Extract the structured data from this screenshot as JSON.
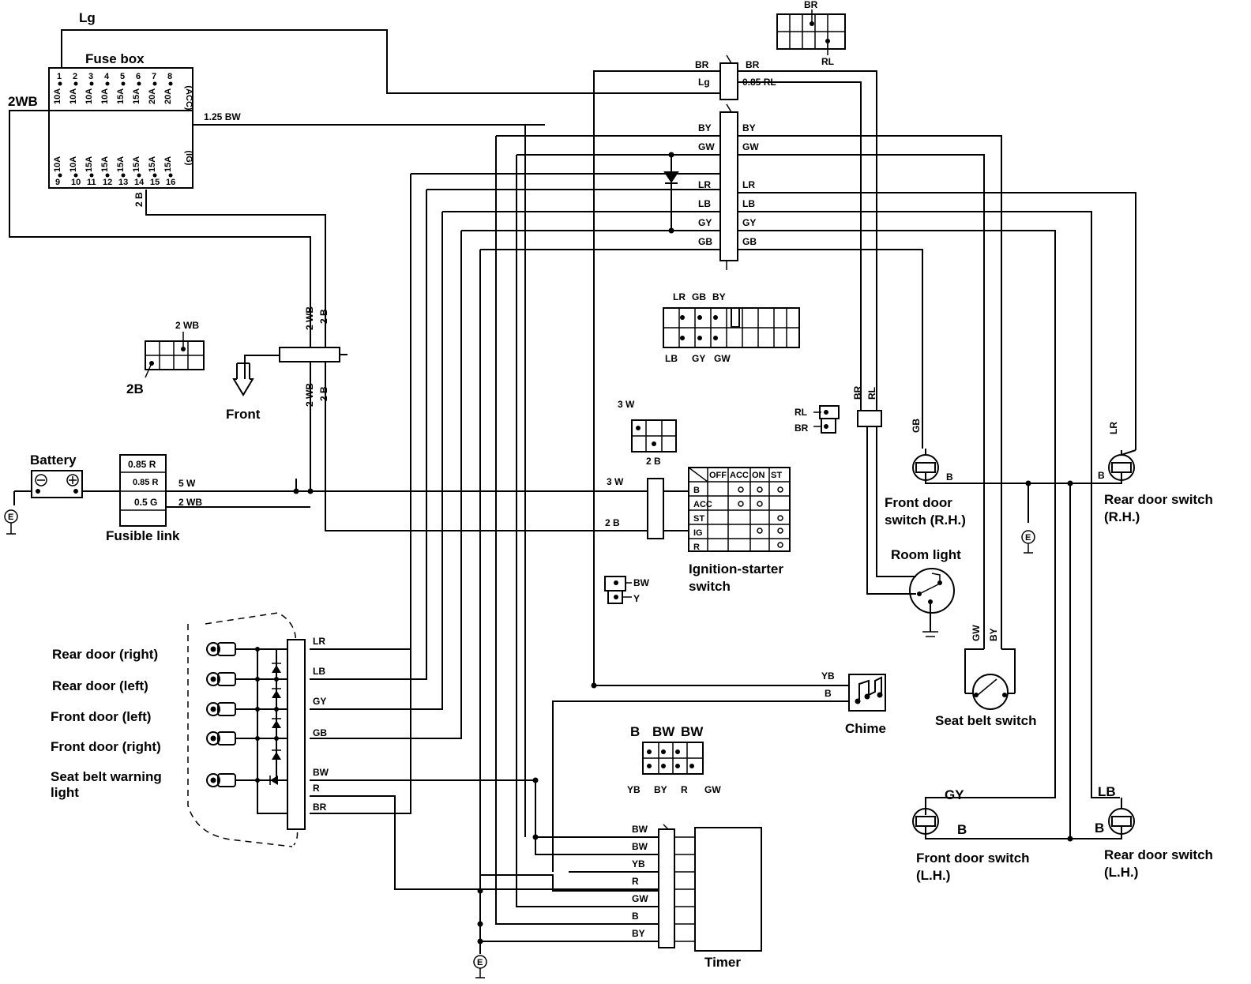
{
  "labels": {
    "fuse_box": "Fuse box",
    "battery": "Battery",
    "fusible_link": "Fusible link",
    "front": "Front",
    "ignition_switch_l1": "Ignition-starter",
    "ignition_switch_l2": "switch",
    "room_light": "Room light",
    "chime": "Chime",
    "timer": "Timer",
    "seat_belt_switch": "Seat belt switch",
    "front_door_rh_l1": "Front door",
    "front_door_rh_l2": "switch (R.H.)",
    "rear_door_rh_l1": "Rear door switch",
    "rear_door_rh_l2": "(R.H.)",
    "front_door_lh_l1": "Front door switch",
    "front_door_lh_l2": "(L.H.)",
    "rear_door_lh_l1": "Rear door switch",
    "rear_door_lh_l2": "(L.H.)",
    "ground": "E"
  },
  "warning_lights": [
    "Rear door (right)",
    "Rear door (left)",
    "Front door (left)",
    "Front door (right)",
    "Seat belt warning",
    "light"
  ],
  "fuse_box": {
    "top_numbers": [
      "1",
      "2",
      "3",
      "4",
      "5",
      "6",
      "7",
      "8"
    ],
    "top_ratings": [
      "10A",
      "10A",
      "10A",
      "10A",
      "15A",
      "15A",
      "20A",
      "20A"
    ],
    "top_tag": "(ACC)",
    "bottom_numbers": [
      "9",
      "10",
      "11",
      "12",
      "13",
      "14",
      "15",
      "16"
    ],
    "bottom_ratings": [
      "10A",
      "10A",
      "15A",
      "15A",
      "15A",
      "15A",
      "15A",
      "15A"
    ],
    "bottom_tag": "(IG)"
  },
  "fusible_link_values": [
    "0.85 R",
    "0.85 R",
    "0.5 G"
  ],
  "ignition_table": {
    "columns": [
      "OFF",
      "ACC",
      "ON",
      "ST"
    ],
    "rows": [
      "B",
      "ACC",
      "ST",
      "IG",
      "R"
    ]
  },
  "wires": {
    "lg": "Lg",
    "w2wb_left": "2WB",
    "bw125": "1.25 BW",
    "b2_fuse": "2 B",
    "wb2_top": "2 WB",
    "b2_top": "2 B",
    "wb2_bottom": "2 WB",
    "b2_bottom": "2 B",
    "w5": "5 W",
    "wb2_main": "2 WB",
    "w3_ign": "3 W",
    "b2_ign": "2 B",
    "br_conn_top": "BR",
    "br_left": "BR",
    "br_right": "BR",
    "lg_conn": "Lg",
    "rl085": "0.85 RL",
    "rl_conn": "RL",
    "by_left": "BY",
    "by_right": "BY",
    "gw_left": "GW",
    "gw_right": "GW",
    "lr_left": "LR",
    "lr_right": "LR",
    "lb_left": "LB",
    "lb_right": "LB",
    "gy_left": "GY",
    "gy_right": "GY",
    "gb_left": "GB",
    "gb_right": "GB",
    "lr_panel": "LR",
    "lb_panel": "LB",
    "gy_panel": "GY",
    "gb_panel": "GB",
    "bw_panel": "BW",
    "r_panel": "R",
    "br_panel": "BR",
    "yb_chime": "YB",
    "b_chime": "B",
    "timer_wires": [
      "BW",
      "BW",
      "YB",
      "R",
      "GW",
      "B",
      "BY"
    ],
    "br_vert": "BR",
    "rl_vert": "RL",
    "gb_front_rh": "GB",
    "lr_rear_rh": "LR",
    "b_front_rh": "B",
    "b_rear_rh": "B",
    "gw_seat": "GW",
    "by_seat": "BY",
    "gy_front_lh": "GY",
    "b_front_lh": "B",
    "lb_rear_lh": "LB",
    "b_rear_lh": "B"
  },
  "connectors": {
    "c_2wb": "2 WB",
    "c_2b": "2B",
    "c_3w": "3 W",
    "c_2b_ign": "2 B",
    "c_rl": "RL",
    "c_br": "BR",
    "c_bw": "BW",
    "c_y": "Y",
    "big_top": [
      "LR",
      "GB",
      "BY"
    ],
    "big_bottom": [
      "LB",
      "GY",
      "GW"
    ],
    "timer_top": [
      "B",
      "BW",
      "BW"
    ],
    "timer_bottom": [
      "YB",
      "BY",
      "R",
      "GW"
    ]
  }
}
